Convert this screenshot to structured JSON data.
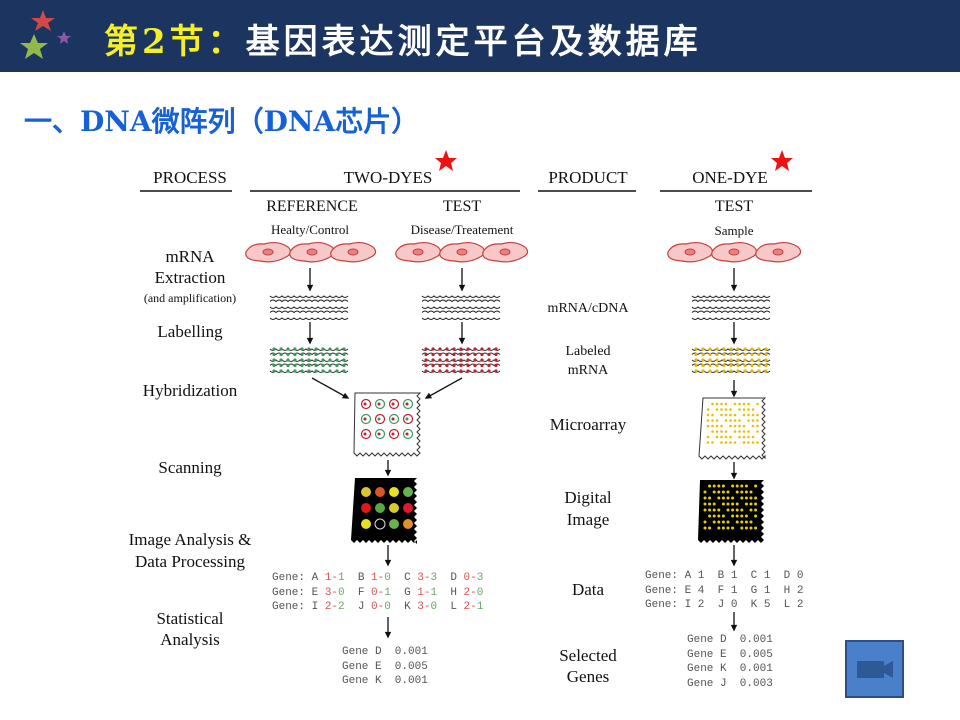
{
  "header": {
    "title_highlight": "第2节：",
    "title_rest": "基因表达测定平台及数据库"
  },
  "subtitle": "一、DNA微阵列（DNA芯片）",
  "columns": {
    "process": "PROCESS",
    "two_dyes": "TWO-DYES",
    "product": "PRODUCT",
    "one_dye": "ONE-DYE"
  },
  "two_dyes": {
    "reference": "REFERENCE",
    "reference_sub": "Healty/Control",
    "test": "TEST",
    "test_sub": "Disease/Treatement"
  },
  "one_dye": {
    "test": "TEST",
    "test_sub": "Sample"
  },
  "process_steps": {
    "mrna": "mRNA",
    "extraction": "Extraction",
    "amplification": "(and amplification)",
    "labelling": "Labelling",
    "hybridization": "Hybridization",
    "scanning": "Scanning",
    "image_analysis_1": "Image Analysis &",
    "image_analysis_2": "Data Processing",
    "statistical_1": "Statistical",
    "statistical_2": "Analysis"
  },
  "products": {
    "mrna_cdna": "mRNA/cDNA",
    "labeled_1": "Labeled",
    "labeled_2": "mRNA",
    "microarray": "Microarray",
    "digital_1": "Digital",
    "digital_2": "Image",
    "data": "Data",
    "selected_1": "Selected",
    "selected_2": "Genes"
  },
  "two_dye_data": {
    "prefix": "Gene:",
    "rows": [
      [
        [
          "A",
          "1",
          "1"
        ],
        [
          "B",
          "1",
          "0"
        ],
        [
          "C",
          "3",
          "3"
        ],
        [
          "D",
          "0",
          "3"
        ]
      ],
      [
        [
          "E",
          "3",
          "0"
        ],
        [
          "F",
          "0",
          "1"
        ],
        [
          "G",
          "1",
          "1"
        ],
        [
          "H",
          "2",
          "0"
        ]
      ],
      [
        [
          "I",
          "2",
          "2"
        ],
        [
          "J",
          "0",
          "0"
        ],
        [
          "K",
          "3",
          "0"
        ],
        [
          "L",
          "2",
          "1"
        ]
      ]
    ]
  },
  "two_dye_selected": [
    "Gene D  0.001",
    "Gene E  0.005",
    "Gene K  0.001"
  ],
  "one_dye_data": [
    "Gene: A 1  B 1  C 1  D 0",
    "Gene: E 4  F 1  G 1  H 2",
    "Gene: I 2  J 0  K 5  L 2"
  ],
  "one_dye_selected": [
    "Gene D  0.001",
    "Gene E  0.005",
    "Gene K  0.001",
    "Gene J  0.003"
  ],
  "scan_spots": [
    [
      "#d8c832",
      "#d9552a",
      "#e8e020",
      "#68b050"
    ],
    [
      "#e01818",
      "#58a848",
      "#d8c832",
      "#e01830"
    ],
    [
      "#e8e020",
      "none",
      "#68b050",
      "#e0902a"
    ]
  ],
  "colors": {
    "header_bg": "#1b3560",
    "title_yellow": "#f6f021",
    "subtitle_blue": "#1661d6",
    "star": "#ee1111"
  }
}
